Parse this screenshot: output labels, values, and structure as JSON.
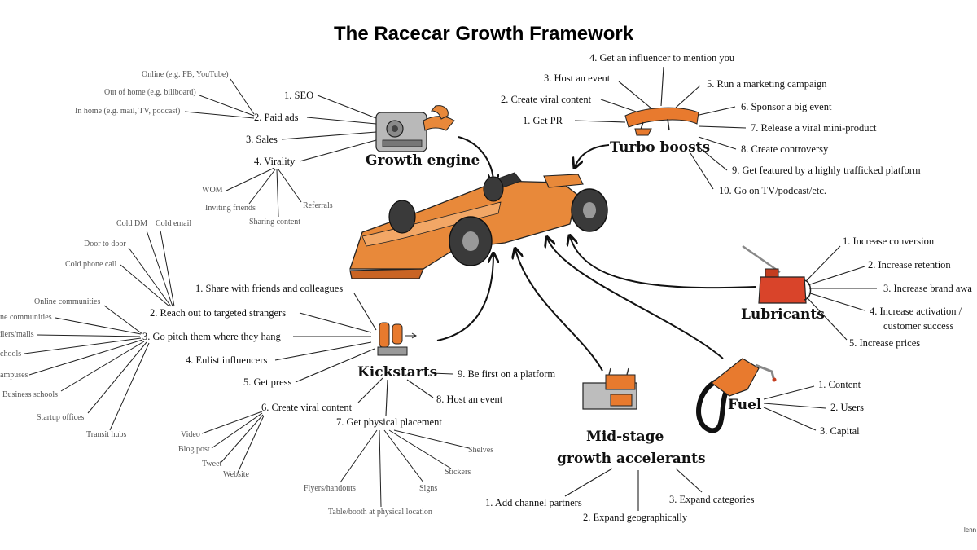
{
  "title": "The Racecar Growth Framework",
  "watermark": "lenn",
  "colors": {
    "accent": "#e87a2e",
    "ink": "#111111"
  },
  "growth_engine": {
    "label": "Growth engine",
    "items": [
      "1. SEO",
      "2. Paid ads",
      "3. Sales",
      "4. Virality"
    ],
    "paid_ads_sub": [
      "Online (e.g. FB, YouTube)",
      "Out of home (e.g. billboard)",
      "In home (e.g. mail, TV, podcast)"
    ],
    "virality_sub": [
      "WOM",
      "Inviting friends",
      "Sharing content",
      "Referrals"
    ]
  },
  "turbo_boosts": {
    "label": "Turbo boosts",
    "items": [
      "1. Get PR",
      "2. Create viral content",
      "3. Host an event",
      "4. Get an influencer to mention you",
      "5. Run a marketing campaign",
      "6. Sponsor a big event",
      "7. Release a viral mini-product",
      "8. Create controversy",
      "9. Get featured by a highly trafficked platform",
      "10. Go on TV/podcast/etc."
    ]
  },
  "lubricants": {
    "label": "Lubricants",
    "items": [
      "1. Increase conversion",
      "2. Increase retention",
      "3. Increase brand awa",
      "4. Increase activation /",
      "customer success",
      "5. Increase prices"
    ]
  },
  "fuel": {
    "label": "Fuel",
    "items": [
      "1. Content",
      "2. Users",
      "3. Capital"
    ]
  },
  "mid_stage": {
    "label_line1": "Mid-stage",
    "label_line2": "growth accelerants",
    "items": [
      "1. Add channel partners",
      "2. Expand geographically",
      "3. Expand categories"
    ]
  },
  "kickstarts": {
    "label": "Kickstarts",
    "items": [
      "1. Share with friends and colleagues",
      "2. Reach out to targeted strangers",
      "3. Go pitch them where they hang",
      "4. Enlist influencers",
      "5. Get press",
      "6. Create viral content",
      "7. Get physical placement",
      "8. Host an event",
      "9. Be first on a platform"
    ],
    "strangers_sub": [
      "Cold DM",
      "Cold email",
      "Door to door",
      "Cold phone call"
    ],
    "hang_sub": [
      "Online communities",
      "ne communities",
      "ilers/malls",
      "chools",
      "ampuses",
      "Business schools",
      "Startup offices",
      "Transit hubs"
    ],
    "viral_sub": [
      "Video",
      "Blog post",
      "Tweet",
      "Website"
    ],
    "placement_sub": [
      "Flyers/handouts",
      "Table/booth at physical location",
      "Signs",
      "Stickers",
      "Shelves"
    ]
  }
}
